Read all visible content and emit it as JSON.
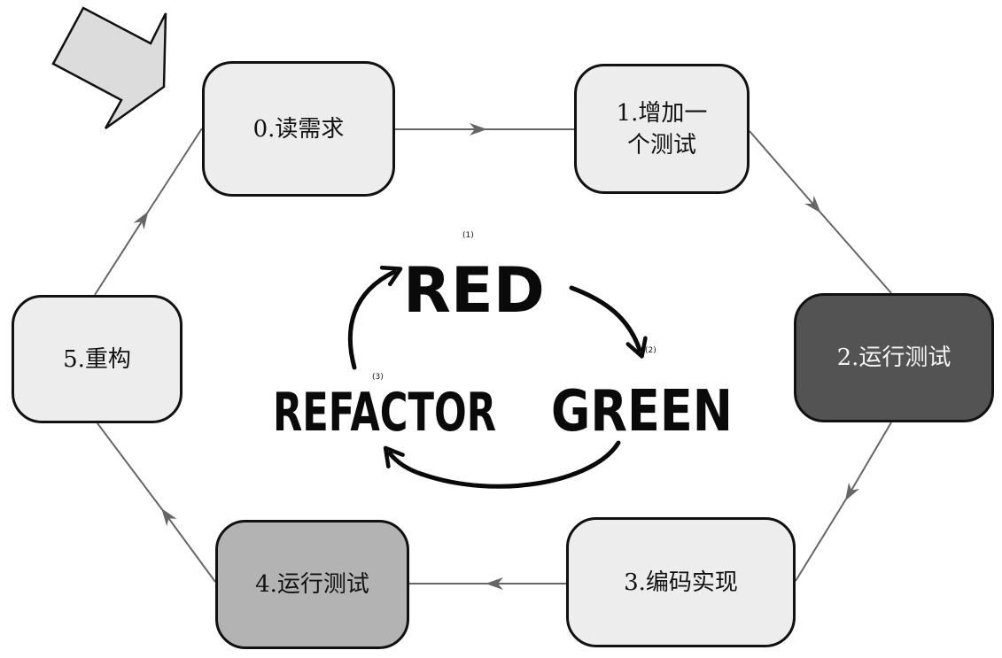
{
  "diagram": {
    "type": "flowchart-cycle",
    "subject": "TDD cycle",
    "colors": {
      "box_light": "#ededed",
      "box_mid": "#b3b3b3",
      "box_dark": "#535353",
      "border": "#111111",
      "connector": "#666666",
      "start_arrow_fill": "#dcdcdc"
    },
    "steps": [
      {
        "id": "0",
        "label": "0.读需求",
        "shade": "light"
      },
      {
        "id": "1",
        "label": "1.增加一\n个测试",
        "shade": "light"
      },
      {
        "id": "2",
        "label": "2.运行测试",
        "shade": "dark"
      },
      {
        "id": "3",
        "label": "3.编码实现",
        "shade": "light"
      },
      {
        "id": "4",
        "label": "4.运行测试",
        "shade": "mid"
      },
      {
        "id": "5",
        "label": "5.重构",
        "shade": "light"
      }
    ],
    "edges": [
      {
        "from": "0",
        "to": "1"
      },
      {
        "from": "1",
        "to": "2"
      },
      {
        "from": "2",
        "to": "3"
      },
      {
        "from": "3",
        "to": "4"
      },
      {
        "from": "4",
        "to": "5"
      },
      {
        "from": "5",
        "to": "0"
      }
    ],
    "start_marker": {
      "icon": "start-arrow-icon",
      "points_to": "0"
    },
    "sketch": {
      "words": [
        {
          "text": "RED",
          "index": "(1)"
        },
        {
          "text": "GREEN",
          "index": "(2)"
        },
        {
          "text": "REFACTOR",
          "index": "(3)"
        }
      ]
    }
  }
}
